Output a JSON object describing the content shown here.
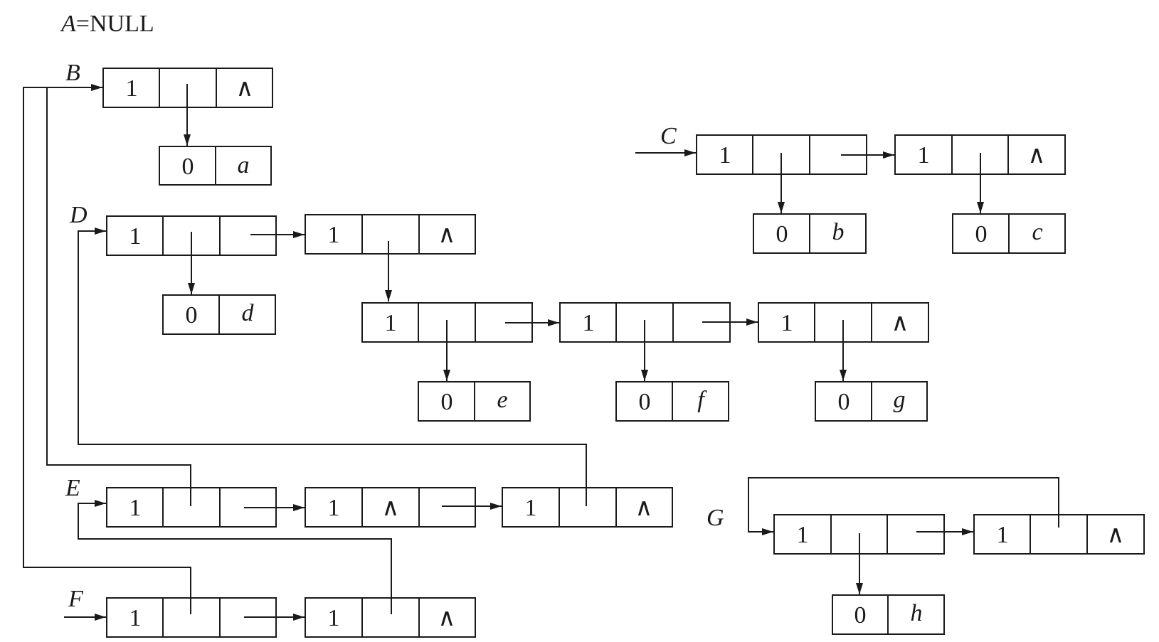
{
  "a_eq_null": {
    "var": "A",
    "rest": "=NULL"
  },
  "lists": {
    "B": "B",
    "C": "C",
    "D": "D",
    "E": "E",
    "F": "F",
    "G": "G"
  },
  "nodes": [
    {
      "id": "B1",
      "tag": "1",
      "ptr": "",
      "nil": true
    },
    {
      "id": "Ba",
      "tag": "0",
      "atom": "a"
    },
    {
      "id": "C1",
      "tag": "1",
      "ptr": "",
      "nil": false
    },
    {
      "id": "C2",
      "tag": "1",
      "ptr": "",
      "nil": true
    },
    {
      "id": "Cb",
      "tag": "0",
      "atom": "b"
    },
    {
      "id": "Cc",
      "tag": "0",
      "atom": "c"
    },
    {
      "id": "D1",
      "tag": "1",
      "ptr": "",
      "nil": false
    },
    {
      "id": "D2",
      "tag": "1",
      "ptr": "",
      "nil": true
    },
    {
      "id": "Dd",
      "tag": "0",
      "atom": "d"
    },
    {
      "id": "L1",
      "tag": "1",
      "ptr": "",
      "nil": false
    },
    {
      "id": "L2",
      "tag": "1",
      "ptr": "",
      "nil": false
    },
    {
      "id": "L3",
      "tag": "1",
      "ptr": "",
      "nil": true
    },
    {
      "id": "Le",
      "tag": "0",
      "atom": "e"
    },
    {
      "id": "Lf",
      "tag": "0",
      "atom": "f"
    },
    {
      "id": "Lg",
      "tag": "0",
      "atom": "g"
    },
    {
      "id": "E1",
      "tag": "1",
      "ptr": "",
      "nil": false
    },
    {
      "id": "E2",
      "tag": "1",
      "ptr": "∧",
      "nil": false
    },
    {
      "id": "E3",
      "tag": "1",
      "ptr": "",
      "nil": true
    },
    {
      "id": "F1",
      "tag": "1",
      "ptr": "",
      "nil": false
    },
    {
      "id": "F2",
      "tag": "1",
      "ptr": "",
      "nil": true
    },
    {
      "id": "G1",
      "tag": "1",
      "ptr": "",
      "nil": false
    },
    {
      "id": "G2",
      "tag": "1",
      "ptr": "",
      "nil": true
    },
    {
      "id": "Gh",
      "tag": "0",
      "atom": "h"
    }
  ],
  "nil_symbol": "∧",
  "colors": {
    "stroke": "#1a1a1a",
    "background": "#ffffff"
  }
}
